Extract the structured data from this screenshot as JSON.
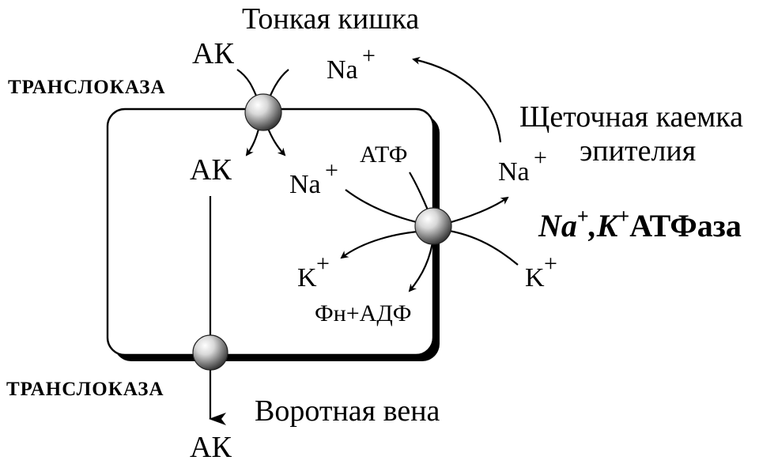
{
  "labels": {
    "small_intestine": "Тонкая кишка",
    "brush_border_line1": "Щеточная каемка",
    "brush_border_line2": "эпителия",
    "portal_vein": "Воротная вена",
    "translocase_top": "ТРАНСЛОКАЗА",
    "translocase_bottom": "ТРАНСЛОКАЗА",
    "ak_top": "АК",
    "ak_inside": "АК",
    "ak_bottom": "АК",
    "na_outside_top": "Na",
    "na_inside": "Na",
    "na_outside_right": "Na",
    "atp": "АТФ",
    "k_inside": "K",
    "k_outside": "K",
    "products": "Фн+АДФ",
    "plus": "+",
    "enzyme_na": "Na",
    "enzyme_comma": ",",
    "enzyme_k": "K",
    "enzyme_rest": "АТФаза"
  },
  "colors": {
    "line": "#000000",
    "sphere_light": "#f2f2f2",
    "sphere_dark": "#3a3a3a"
  }
}
